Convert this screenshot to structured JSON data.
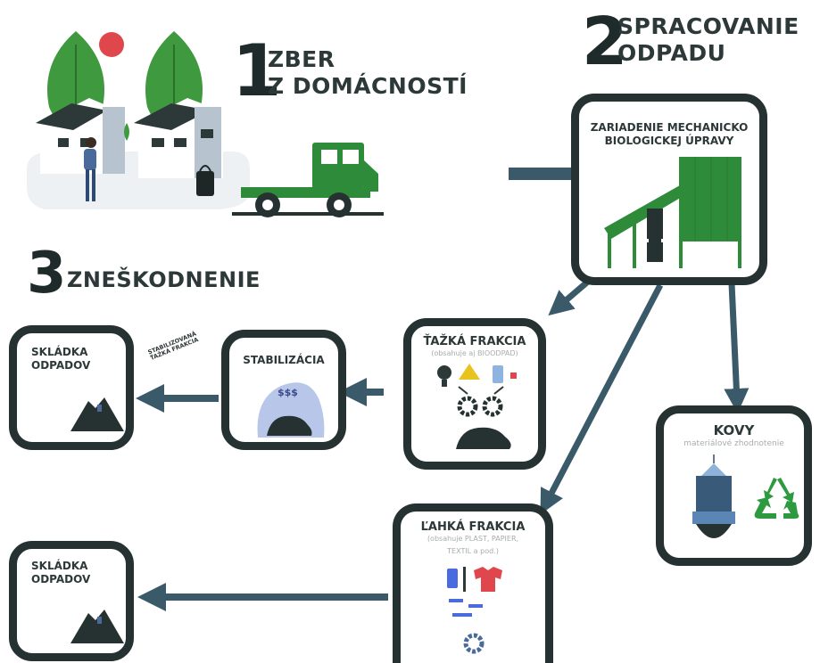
{
  "step1": {
    "number": "1",
    "title_line1": "ZBER",
    "title_line2": "Z DOMÁCNOSTÍ"
  },
  "step2": {
    "number": "2",
    "title_line1": "SPRACOVANIE",
    "title_line2": "ODPADU"
  },
  "step3": {
    "number": "3",
    "title": "ZNEŠKODNENIE"
  },
  "mbt_box": {
    "title_line1": "ZARIADENIE MECHANICKO",
    "title_line2": "BIOLOGICKEJ ÚPRAVY"
  },
  "heavy_box": {
    "title": "ŤAŽKÁ FRAKCIA",
    "subtitle": "(obsahuje aj BIOODPAD)"
  },
  "light_box": {
    "title": "ĽAHKÁ FRAKCIA",
    "subtitle_line1": "(obsahuje PLAST, PAPIER,",
    "subtitle_line2": "TEXTIL a pod.)"
  },
  "metals_box": {
    "title": "KOVY",
    "subtitle": "materiálové zhodnotenie"
  },
  "stabilization_box": {
    "title": "STABILIZÁCIA",
    "symbol": "$$$"
  },
  "landfill_top": {
    "title_line1": "SKLÁDKA",
    "title_line2": "ODPADOV"
  },
  "landfill_bottom": {
    "title_line1": "SKLÁDKA",
    "title_line2": "ODPADOV"
  },
  "stabilized_label": {
    "line1": "STABILIZOVANÁ",
    "line2": "ŤAŽKÁ FRAKCIA"
  },
  "colors": {
    "green": "#2e8b3a",
    "dark": "#263232",
    "arrow": "#3a5a6a",
    "leaf": "#3f9a3f",
    "sun": "#e0474c"
  }
}
